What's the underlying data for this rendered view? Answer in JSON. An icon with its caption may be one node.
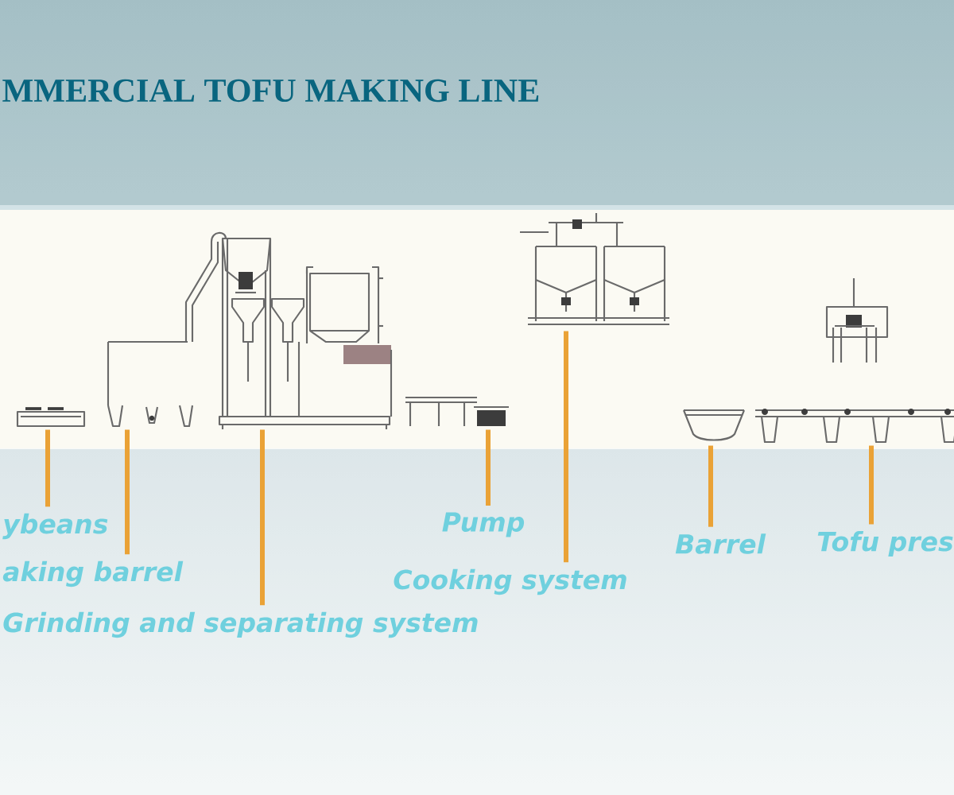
{
  "diagram": {
    "title": "MMERCIAL TOFU MAKING LINE",
    "nodes": [
      {
        "text": [],
        "shape": "picture"
      },
      {
        "text": [],
        "shape": "picture"
      },
      {
        "text": [],
        "shape": "picture"
      },
      {
        "text": [],
        "shape": "picture"
      },
      {
        "text": [],
        "shape": "picture"
      },
      {
        "text": [],
        "shape": "picture"
      },
      {
        "text": [],
        "shape": "picture"
      },
      {
        "text": [
          "ybeans"
        ]
      },
      {
        "text": [
          "aking barrel"
        ]
      },
      {
        "text": [
          "Grinding and separating system"
        ]
      },
      {
        "text": [
          "Pump"
        ]
      },
      {
        "text": [
          "Cooking system"
        ]
      },
      {
        "text": [
          "Barrel"
        ]
      },
      {
        "text": [
          "Tofu pres"
        ]
      }
    ],
    "edges": [
      {
        "from": 7,
        "to": 0,
        "arrow": "none"
      },
      {
        "from": 8,
        "to": 1,
        "arrow": "none"
      },
      {
        "from": 9,
        "to": 2,
        "arrow": "none"
      },
      {
        "from": 10,
        "to": 3,
        "arrow": "none"
      },
      {
        "from": 11,
        "to": 4,
        "arrow": "none"
      },
      {
        "from": 12,
        "to": 5,
        "arrow": "none"
      },
      {
        "from": 13,
        "to": 6,
        "arrow": "none"
      }
    ]
  }
}
